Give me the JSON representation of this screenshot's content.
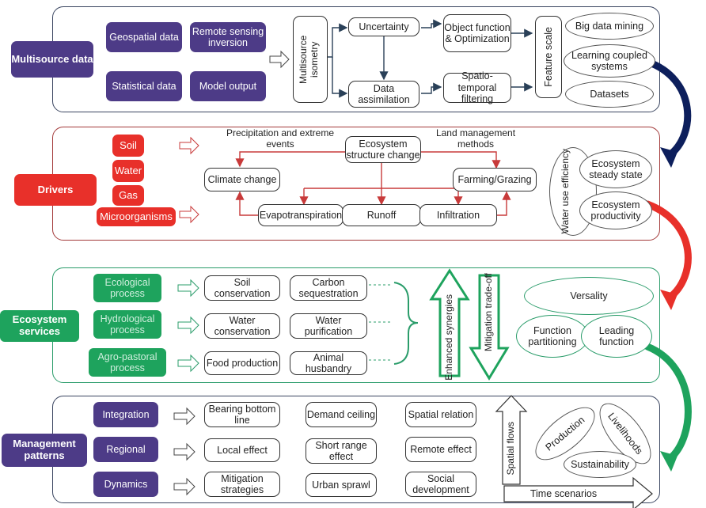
{
  "multisource": {
    "title": "Multisource data",
    "inputs": [
      "Geospatial data",
      "Remote sensing inversion",
      "Statistical data",
      "Model output"
    ],
    "isometry": "Multisource isometry",
    "uncertainty": "Uncertainty",
    "assimilation": "Data assimilation",
    "object_function": "Object function & Optimization",
    "spatio_temporal": "Spatio-temporal filtering",
    "feature_scale": "Feature scale",
    "ellipses": [
      "Big data mining",
      "Learning coupled systems",
      "Datasets"
    ]
  },
  "drivers": {
    "title": "Drivers",
    "factors": [
      "Soil",
      "Water",
      "Gas",
      "Microorganisms"
    ],
    "precipitation": "Precipitation and extreme events",
    "land_management": "Land management methods",
    "ecosystem_change": "Ecosystem structure change",
    "climate_change": "Climate change",
    "farming": "Farming/Grazing",
    "processes": [
      "Evapotranspiration",
      "Runoff",
      "Infiltration"
    ],
    "wue": "Water use efficiency",
    "steady_state": "Ecosystem steady state",
    "productivity": "Ecosystem productivity"
  },
  "services": {
    "title": "Ecosystem services",
    "processes": [
      "Ecological process",
      "Hydrological process",
      "Agro-pastoral process"
    ],
    "col1": [
      "Soil conservation",
      "Water conservation",
      "Food production"
    ],
    "col2": [
      "Carbon sequestration",
      "Water purification",
      "Animal husbandry"
    ],
    "synergies": "Enhanced synergies",
    "tradeoff": "Mitigation trade-off",
    "versality": "Versality",
    "partitioning": "Function partitioning",
    "leading": "Leading function"
  },
  "management": {
    "title": "Management patterns",
    "patterns": [
      "Integration",
      "Regional",
      "Dynamics"
    ],
    "col1": [
      "Bearing bottom line",
      "Local effect",
      "Mitigation strategies"
    ],
    "col2": [
      "Demand ceiling",
      "Short range effect",
      "Urban sprawl"
    ],
    "col3": [
      "Spatial relation",
      "Remote effect",
      "Social development"
    ],
    "spatial_flows": "Spatial flows",
    "time_scenarios": "Time scenarios",
    "ovals": [
      "Production",
      "Livelihoods",
      "Sustainability"
    ]
  },
  "colors": {
    "purple": "#4d3b87",
    "red": "#e8302a",
    "green": "#1ea35d",
    "navy": "#0d1f5c"
  }
}
